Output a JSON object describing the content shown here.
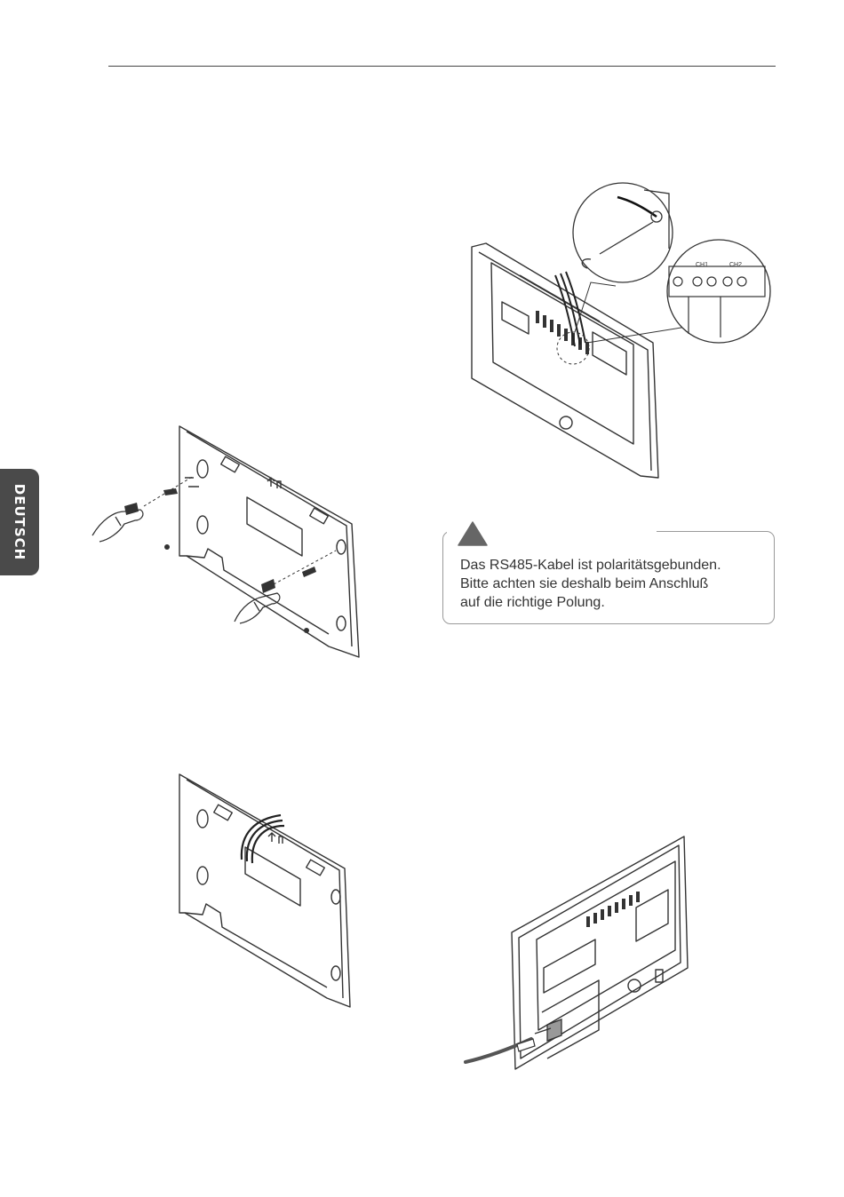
{
  "side_tab": {
    "label": "DEUTSCH"
  },
  "caution": {
    "lines": [
      "Das RS485-Kabel ist polaritätsgebunden.",
      "Bitte achten sie deshalb beim Anschluß",
      "auf die richtige Polung."
    ]
  },
  "terminal_block": {
    "ch1_label": "CH1",
    "ch2_label": "CH2"
  },
  "bracket_mark": "UP",
  "icons": {
    "caution": "warning-triangle-icon"
  },
  "colors": {
    "tab_bg": "#4a4a4a",
    "line_art": "#333333",
    "caution_icon": "#666666"
  }
}
